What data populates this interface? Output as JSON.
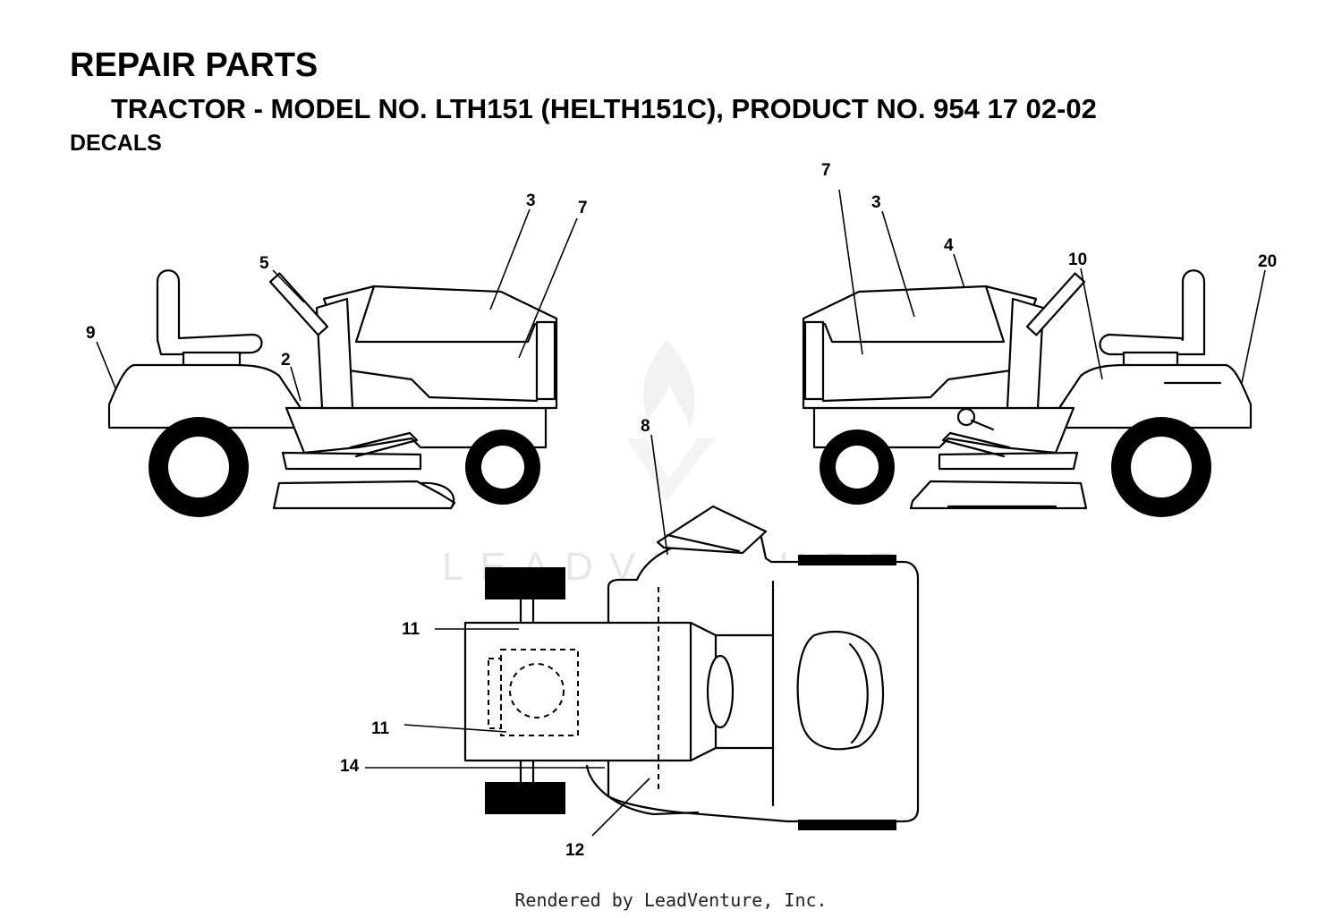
{
  "header": {
    "title": "REPAIR PARTS",
    "subtitle": "TRACTOR - MODEL NO. LTH151 (HELTH151C), PRODUCT NO. 954 17 02-02",
    "section": "DECALS"
  },
  "watermark": "LEADVENTURE",
  "footer": "Rendered by LeadVenture, Inc.",
  "callouts": {
    "left_view": [
      "3",
      "7",
      "5",
      "9",
      "2"
    ],
    "right_view": [
      "7",
      "3",
      "4",
      "10",
      "20"
    ],
    "top_view": [
      "8",
      "11",
      "11",
      "14",
      "12"
    ]
  }
}
